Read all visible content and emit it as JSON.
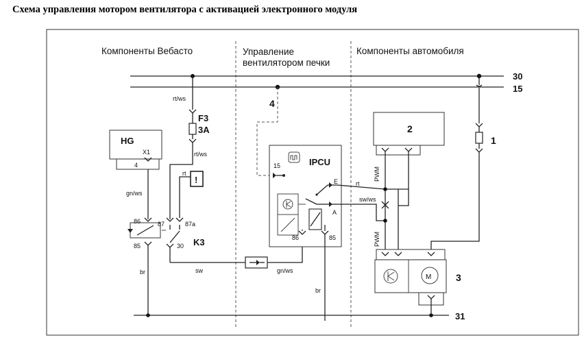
{
  "title": "Схема управления мотором вентилятора с активацией электронного модуля",
  "sections": {
    "webasto": "Компоненты Вебасто",
    "fan_control_line1": "Управление",
    "fan_control_line2": "вентилятором печки",
    "vehicle": "Компоненты автомобиля"
  },
  "rails": {
    "r30": "30",
    "r15": "15",
    "r31": "31"
  },
  "components": {
    "hg": "HG",
    "x1": "X1",
    "hg_pin": "4",
    "fuse_name": "F3",
    "fuse_rating": "3A",
    "relay": "K3",
    "relay_pin86": "86",
    "relay_pin85": "85",
    "relay_pin87": "87",
    "relay_pin87a": "87a",
    "relay_pin30": "30",
    "ipcu": "IPCU",
    "ipcu_pin15": "15",
    "ipcu_pinE": "E",
    "ipcu_pinA": "A",
    "ipcu_pin86": "86",
    "ipcu_pin85": "85",
    "warn_symbol": "!",
    "motor": "M"
  },
  "callouts": {
    "c1": "1",
    "c2": "2",
    "c3": "3",
    "c4": "4"
  },
  "wires": {
    "rt_ws_top": "rt/ws",
    "rt_ws_mid": "rt/ws",
    "gn_ws_left": "gn/ws",
    "gn_ws_bottom": "gn/ws",
    "rt_left": "rt",
    "rt_right": "rt",
    "sw_ws": "sw/ws",
    "br_left": "br",
    "br_mid": "br",
    "sw": "sw",
    "pwm_top": "PWM",
    "pwm_bottom": "PWM"
  }
}
